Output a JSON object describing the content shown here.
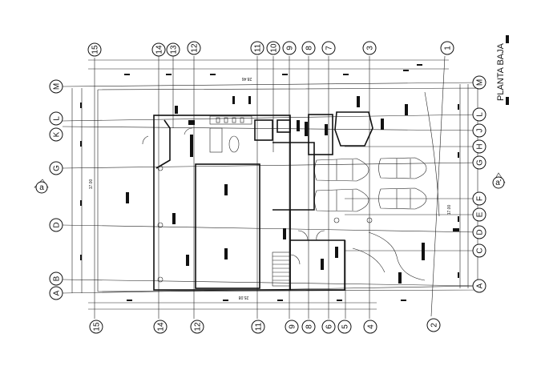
{
  "title": "PLANTA BAJA",
  "dimensions": {
    "top": "28.46",
    "bottom": "25.08",
    "left": "17.00",
    "right": "17.00"
  },
  "axes_top": [
    "15",
    "14",
    "13",
    "12",
    "11",
    "10",
    "9",
    "8",
    "7",
    "3",
    "1"
  ],
  "axes_bottom": [
    "15",
    "14",
    "12",
    "11",
    "9",
    "8",
    "6",
    "5",
    "4",
    "2"
  ],
  "axes_left": [
    "M",
    "K",
    "L",
    "G",
    "D",
    "B",
    "A"
  ],
  "axes_right": [
    "M",
    "L",
    "J",
    "H",
    "G",
    "F",
    "E",
    "D",
    "C",
    "A"
  ],
  "section_marks": {
    "left": "a",
    "right": "a'"
  }
}
